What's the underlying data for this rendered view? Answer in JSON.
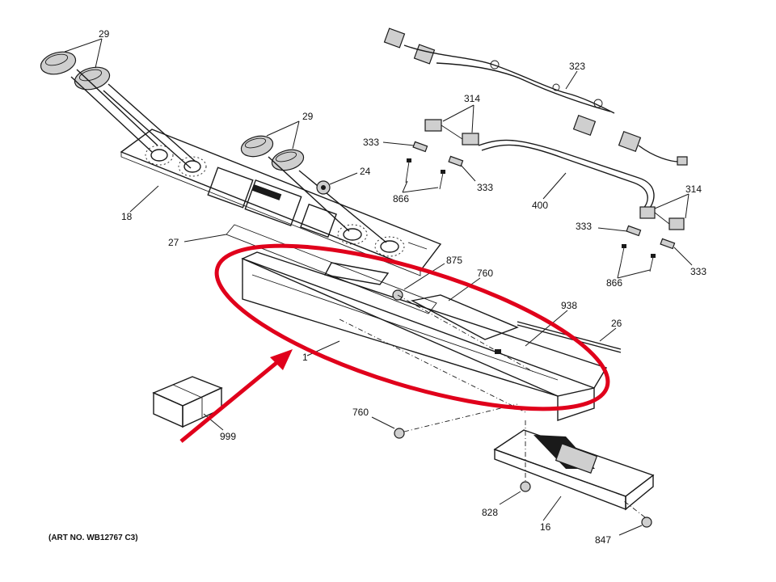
{
  "diagram": {
    "art_number": "(ART NO. WB12767 C3)",
    "callouts": {
      "knob_top_left": "29",
      "knob_center": "29",
      "trim_knob": "24",
      "control_panel": "18",
      "gasket": "27",
      "backsplash": "1",
      "package": "999",
      "screw_875": "875",
      "screw_760_top": "760",
      "screw_760_bottom": "760",
      "bracket_938": "938",
      "rod_26": "26",
      "harness_323": "323",
      "switch_314_top": "314",
      "switch_314_right": "314",
      "spring_333_a": "333",
      "spring_333_b": "333",
      "spring_333_c": "333",
      "spring_333_d": "333",
      "screw_866_left": "866",
      "screw_866_right": "866",
      "tube_400": "400",
      "control_board": "16",
      "screw_828": "828",
      "screw_847": "847"
    },
    "highlight": {
      "shape": "ellipse",
      "color": "#e0001b",
      "arrow_color": "#e0001b"
    }
  }
}
